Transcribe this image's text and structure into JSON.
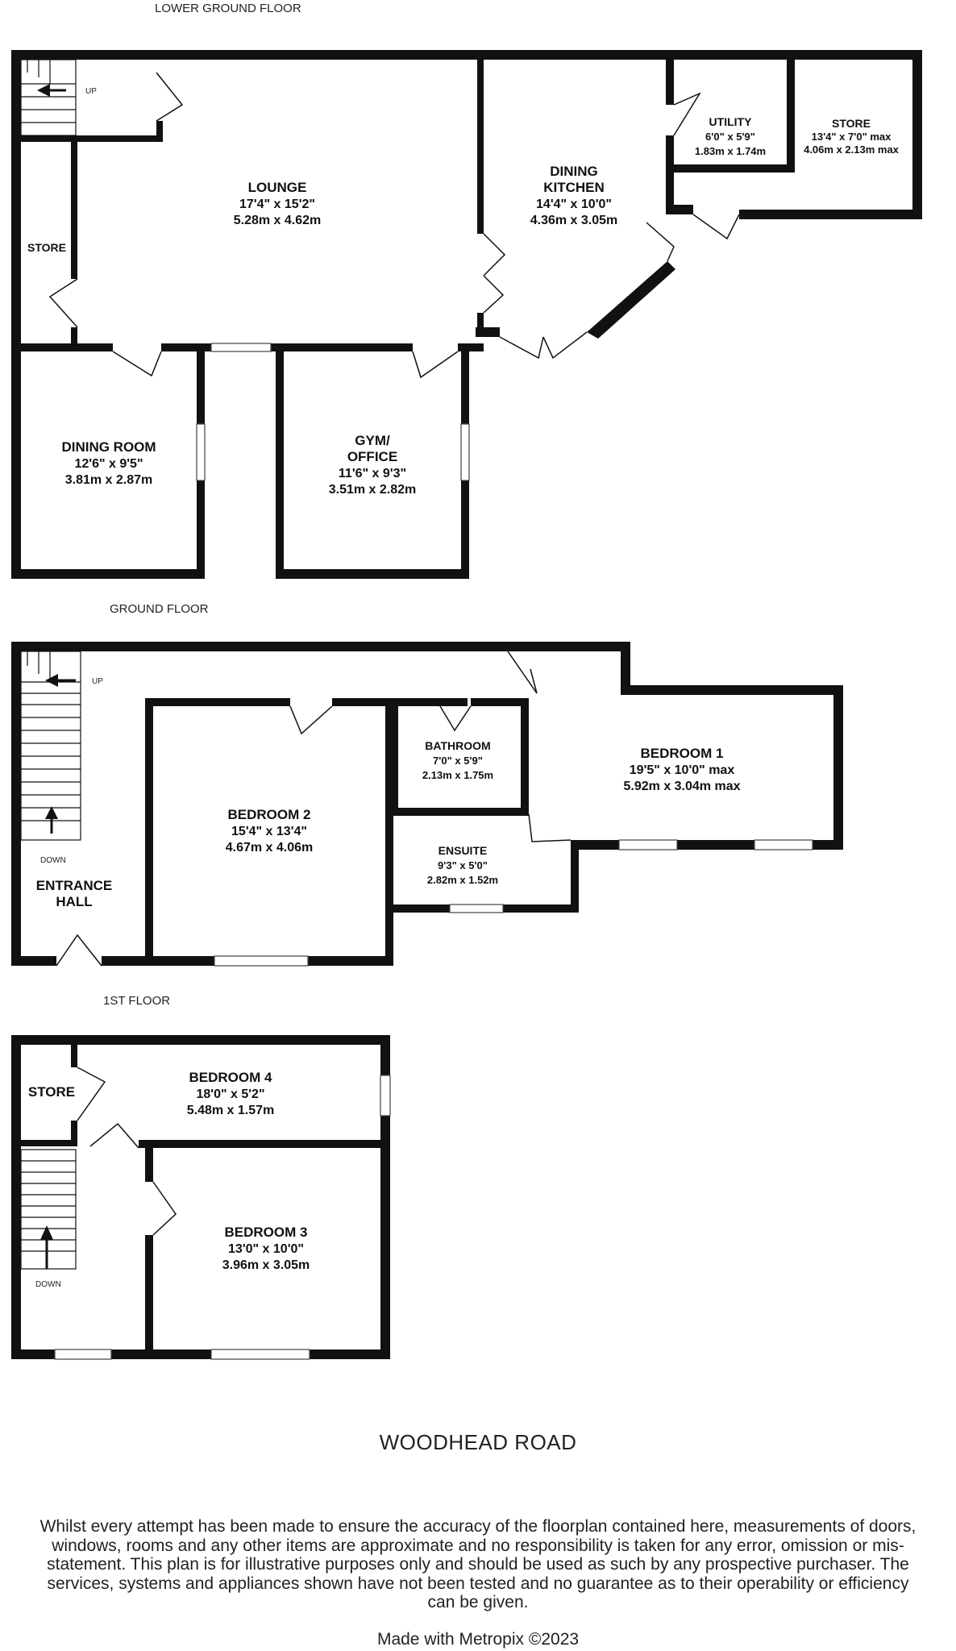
{
  "floors": [
    {
      "label": "LOWER GROUND FLOOR",
      "rooms": [
        {
          "name": "LOUNGE",
          "dims": [
            "17'4\"  x 15'2\"",
            "5.28m  x 4.62m"
          ]
        },
        {
          "name": "DINING KITCHEN",
          "name_lines": [
            "DINING",
            "KITCHEN"
          ],
          "dims": [
            "14'4\"  x 10'0\"",
            "4.36m  x 3.05m"
          ]
        },
        {
          "name": "UTILITY",
          "dims": [
            "6'0\"  x 5'9\"",
            "1.83m  x 1.74m"
          ]
        },
        {
          "name": "STORE",
          "dims": [
            "13'4\"  x 7'0\" max",
            "4.06m  x 2.13m max"
          ]
        },
        {
          "name": "STORE",
          "dims": []
        },
        {
          "name": "DINING ROOM",
          "dims": [
            "12'6\"  x 9'5\"",
            "3.81m  x 2.87m"
          ]
        },
        {
          "name": "GYM/ OFFICE",
          "name_lines": [
            "GYM/",
            "OFFICE"
          ],
          "dims": [
            "11'6\"  x 9'3\"",
            "3.51m  x 2.82m"
          ]
        }
      ],
      "stairs_label": "UP"
    },
    {
      "label": "GROUND FLOOR",
      "rooms": [
        {
          "name": "ENTRANCE HALL",
          "name_lines": [
            "ENTRANCE",
            "HALL"
          ],
          "dims": []
        },
        {
          "name": "BEDROOM 2",
          "dims": [
            "15'4\"  x 13'4\"",
            "4.67m  x 4.06m"
          ]
        },
        {
          "name": "BATHROOM",
          "dims": [
            "7'0\"  x 5'9\"",
            "2.13m  x 1.75m"
          ]
        },
        {
          "name": "ENSUITE",
          "dims": [
            "9'3\"  x 5'0\"",
            "2.82m  x 1.52m"
          ]
        },
        {
          "name": "BEDROOM 1",
          "dims": [
            "19'5\"  x 10'0\" max",
            "5.92m  x 3.04m max"
          ]
        }
      ],
      "stairs_up_label": "UP",
      "stairs_down_label": "DOWN"
    },
    {
      "label": "1ST FLOOR",
      "rooms": [
        {
          "name": "STORE",
          "dims": []
        },
        {
          "name": "BEDROOM 4",
          "dims": [
            "18'0\"  x 5'2\"",
            "5.48m  x 1.57m"
          ]
        },
        {
          "name": "BEDROOM 3",
          "dims": [
            "13'0\"  x 10'0\"",
            "3.96m  x 3.05m"
          ]
        }
      ],
      "stairs_down_label": "DOWN"
    }
  ],
  "address": "WOODHEAD ROAD",
  "disclaimer": "Whilst every attempt has been made to ensure the accuracy of the floorplan contained here, measurements of doors, windows, rooms and any other items are approximate and no responsibility is taken for any error, omission or mis-statement. This plan is for illustrative purposes only and should be used as such by any prospective purchaser. The services, systems and appliances shown have not been tested and no guarantee as to their operability or efficiency can be given.",
  "credit": "Made with Metropix ©2023",
  "colors": {
    "wall": "#111111",
    "background": "#ffffff",
    "text": "#222222"
  }
}
